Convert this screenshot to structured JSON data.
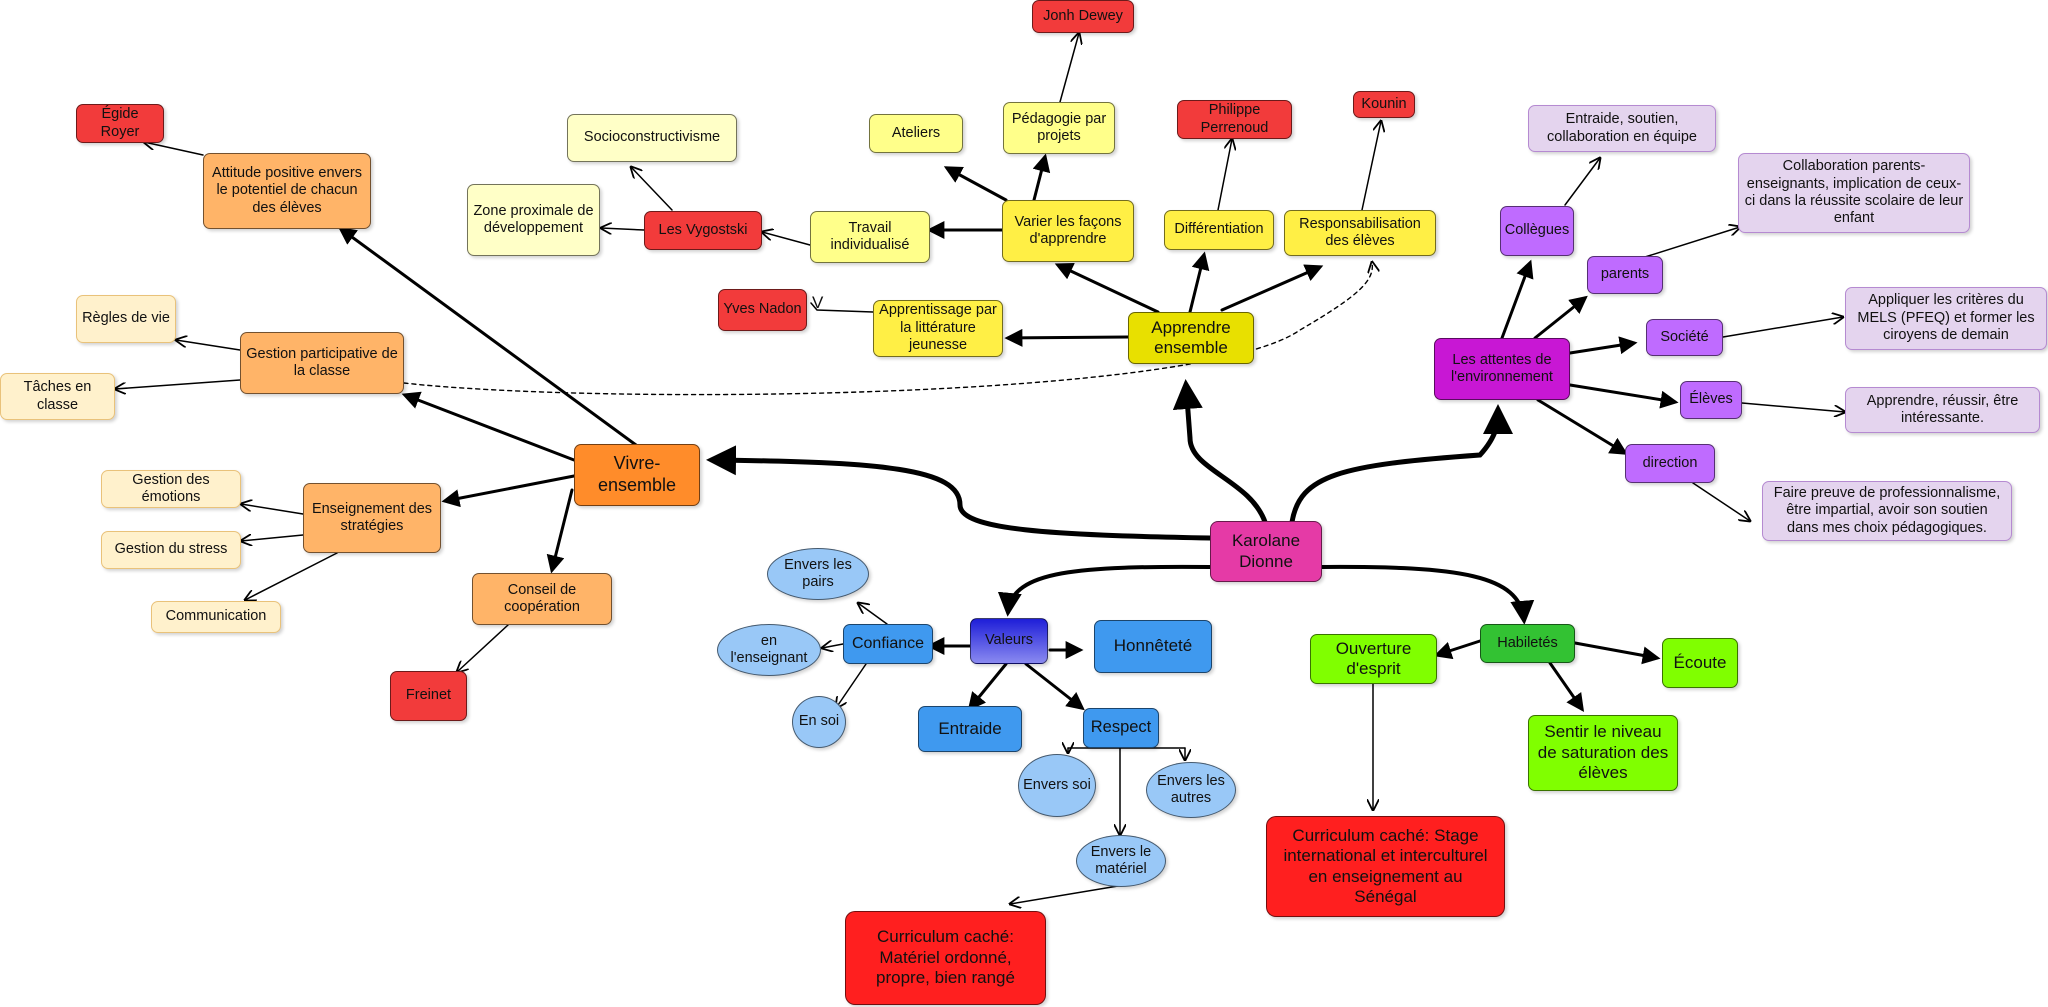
{
  "center": "Karolane\nDionne",
  "branches": {
    "vivre": "Vivre-\nensemble",
    "apprendre": "Apprendre\nensemble",
    "attentes": "Les attentes de\nl'environnement",
    "valeurs": "Valeurs",
    "habiletes": "Habiletés"
  },
  "vivre_nodes": {
    "attitude": "Attitude positive envers\nle potentiel de chacun\ndes élèves",
    "egide": "Égide Royer",
    "gestion_participative": "Gestion participative de\nla classe",
    "regles": "Règles de vie",
    "taches": "Tâches en\nclasse",
    "enseignement": "Enseignement des\nstratégies",
    "emotions": "Gestion des\némotions",
    "stress": "Gestion du stress",
    "communication": "Communication",
    "conseil": "Conseil de\ncoopération",
    "freinet": "Freinet"
  },
  "apprendre_nodes": {
    "varier": "Varier les façons\nd'apprendre",
    "differentiation": "Différentiation",
    "responsabilisation": "Responsabilisation\ndes élèves",
    "kounin": "Kounin",
    "perrenoud": "Philippe\nPerrenoud",
    "pedagogie": "Pédagogie par\nprojets",
    "dewey": "Jonh Dewey",
    "ateliers": "Ateliers",
    "travail": "Travail\nindividualisé",
    "vygostski": "Les Vygostski",
    "zone": "Zone proximale de\ndéveloppement",
    "socio": "Socioconstructivisme",
    "litterature": "Apprentissage par\nla littérature\njeunesse",
    "nadon": "Yves Nadon",
    "v_mark": "V"
  },
  "attentes_nodes": {
    "collegues": "Collègues",
    "entraide_soutien": "Entraide, soutien,\ncollaboration en équipe",
    "parents": "parents",
    "collab_parents": "Collaboration parents-\nenseignants, implication de ceux-\nci dans la réussite scolaire de leur\nenfant",
    "societe": "Société",
    "mels": "Appliquer les critères du\nMELS (PFEQ) et former les\nciroyens de demain",
    "eleves": "Élèves",
    "apprendre_reussir": "Apprendre, réussir, être\nintéressante.",
    "direction": "direction",
    "professionnalisme": "Faire preuve de professionnalisme,\nêtre impartial, avoir son soutien\ndans mes choix pédagogiques."
  },
  "valeurs_nodes": {
    "confiance": "Confiance",
    "pairs": "Envers les\npairs",
    "enseignant": "en\nl'enseignant",
    "soi_conf": "En soi",
    "honnetete": "Honnêteté",
    "entraide": "Entraide",
    "respect": "Respect",
    "envers_soi": "Envers soi",
    "envers_autres": "Envers les\nautres",
    "envers_materiel": "Envers le\nmatériel",
    "curriculum_materiel": "Curriculum caché:\nMatériel ordonné,\npropre, bien rangé"
  },
  "habiletes_nodes": {
    "ouverture": "Ouverture\nd'esprit",
    "ecoute": "Écoute",
    "saturation": "Sentir le niveau\nde saturation des\nélèves",
    "curriculum_stage": "Curriculum caché: Stage\ninternational et interculturel\nen enseignement au\nSénégal"
  },
  "colors": {
    "center": "#e53aa6",
    "vivre_ensemble": "#ff8c2a",
    "apprendre_ensemble": "#e8e000",
    "attentes": "#c817d4",
    "valeurs": "#3f99ef",
    "habiletes": "#33c233",
    "reference_red": "#f23b3b"
  }
}
